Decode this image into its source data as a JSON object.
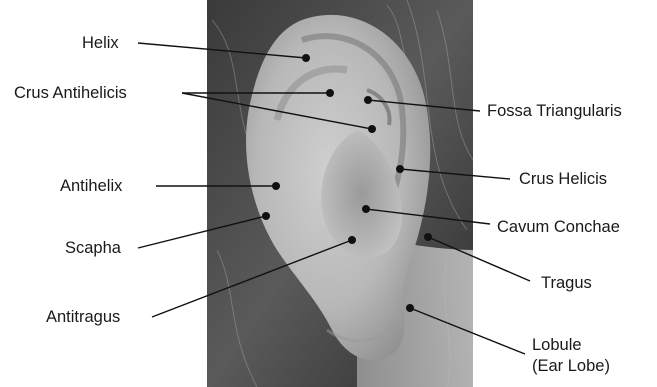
{
  "labels": {
    "helix": "Helix",
    "crus_antihelicis": "Crus Antihelicis",
    "fossa_triangularis": "Fossa Triangularis",
    "crus_helicis": "Crus Helicis",
    "antihelix": "Antihelix",
    "cavum_conchae": "Cavum Conchae",
    "scapha": "Scapha",
    "tragus": "Tragus",
    "antitragus": "Antitragus",
    "lobule_line1": "Lobule",
    "lobule_line2": "(Ear Lobe)"
  },
  "colors": {
    "line": "#111111",
    "text": "#1a1a1a",
    "background": "#ffffff"
  }
}
